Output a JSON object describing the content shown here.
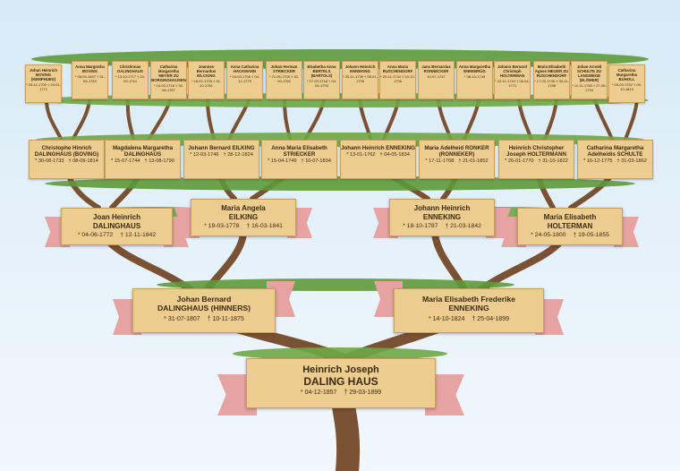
{
  "colors": {
    "sky": "#dcecf7",
    "card": "#eccd8f",
    "ribbon": "#e6a3a1",
    "bark": "#7a5132",
    "leaf": "#5f9a3a"
  },
  "gen4": [
    {
      "name": "Johan Heinrich BOVING (KEMPHUES)",
      "dates": "* 25-11-1700 † 24-01-1771"
    },
    {
      "name": "Anna Margretha BOVING",
      "dates": "* 08-09-1697 † 31-05-1783"
    },
    {
      "name": "Christinnas DALINGHAUS",
      "dates": "* 13-10-1717 † 20-09-1744"
    },
    {
      "name": "Catharina Margaretha MEYER ZU BORGINGHAUSEN",
      "dates": "* 16-03-1718 † 30-06-1787"
    },
    {
      "name": "Joannes Bernardus EILCKING",
      "dates": "* 18-02-1705 † 31-10-1761"
    },
    {
      "name": "Anna Catharina HACKMANN",
      "dates": "* 04-03-1708 † 04-12-1779"
    },
    {
      "name": "Johan Herman STRIECKER",
      "dates": "* 21-05-1705 † 30-09-1760"
    },
    {
      "name": "Elsabetha Anna BERTELS (BARTOLS)",
      "dates": "* 27-09-1718 † 04-04-1793"
    },
    {
      "name": "Johann Heinrich ENNEKING",
      "dates": "* 25-11-1738 † 08-01-1795"
    },
    {
      "name": "Anna Maria RUSCHENDORF",
      "dates": "* 29-11-1734 † 10-12-1796"
    },
    {
      "name": "Jans Bernardus RONNECKER",
      "dates": "10-07-1747"
    },
    {
      "name": "Anna Margaretha ENNEBRÜG",
      "dates": "* 08-10-1745"
    },
    {
      "name": "Johann Bernard Christoph HOLTERMAN",
      "dates": "* 22-11-1744 † 08-04-1772"
    },
    {
      "name": "Maria Elisabeth Agnes MEIJER ZU RUSCHENDORF",
      "dates": "* 17-02-1746 † 30-11-1788"
    },
    {
      "name": "Johan Arnold SCHULTE ZU LANGWEGE (ELÖMER)",
      "dates": "* 11-11-1748 † 27-06-1794"
    },
    {
      "name": "Catharina Margaretha BUHOLL",
      "dates": "* 05-09-1752 † 09-10-1819"
    }
  ],
  "gen3": [
    {
      "name": "Christophe Hinrich DALINGHAUS (BOVING)",
      "birth": "* 30-08-1733",
      "death": "† 08-09-1814"
    },
    {
      "name": "Magdalena Margaretha DALINGHAUS",
      "birth": "* 15-07-1744",
      "death": "† 13-08-1790"
    },
    {
      "name": "Johann Bernard EILKING",
      "birth": "* 12-03-1746",
      "death": "† 28-12-1824"
    },
    {
      "name": "Anna Maria Elisabeth STRIECKER",
      "birth": "* 15-04-1749",
      "death": "† 10-07-1834"
    },
    {
      "name": "Johann Heinrich ENNEKING",
      "birth": "* 13-01-1762",
      "death": "† 04-05-1834"
    },
    {
      "name": "Maria Adelheid RONKER (RONNEKER)",
      "birth": "* 17-11-1768",
      "death": "† 21-01-1852"
    },
    {
      "name": "Heinrich Christopher Joseph HOLTERMANN",
      "birth": "* 26-01-1770",
      "death": "† 31-10-1822"
    },
    {
      "name": "Catharina Margaretha Adelheidis SCHULTE",
      "birth": "* 16-12-1775",
      "death": "† 31-03-1862"
    }
  ],
  "gen2": [
    {
      "line1": "Joan Heinrich",
      "line2": "DALINGHAUS",
      "birth": "* 04-06-1772",
      "death": "† 12-11-1842"
    },
    {
      "line1": "Maria Angela",
      "line2": "EILKING",
      "birth": "* 19-03-1778",
      "death": "† 16-03-1841"
    },
    {
      "line1": "Johann Heinrich",
      "line2": "ENNEKING",
      "birth": "* 18-10-1787",
      "death": "† 21-03-1842"
    },
    {
      "line1": "Maria Elisabeth",
      "line2": "HOLTERMAN",
      "birth": "* 24-05-1800",
      "death": "† 19-05-1855"
    }
  ],
  "gen1": [
    {
      "line1": "Johan Bernard",
      "line2": "DALINGHAUS (HINNERS)",
      "birth": "* 31-07-1807",
      "death": "† 10-11-1875"
    },
    {
      "line1": "Maria Elisabeth Frederike",
      "line2": "ENNEKING",
      "birth": "* 14-10-1824",
      "death": "† 25-04-1899"
    }
  ],
  "root": {
    "line1": "Heinrich  Joseph",
    "line2": "DALING HAUS",
    "birth": "* 04-12-1857",
    "death": "† 29-03-1899"
  }
}
